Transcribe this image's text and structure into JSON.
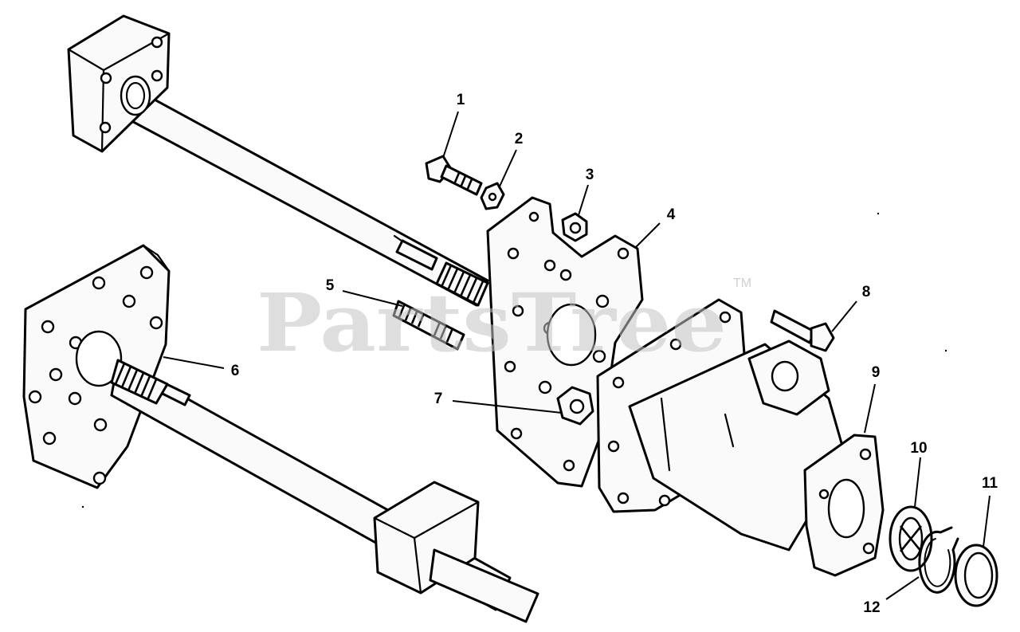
{
  "watermark": {
    "text": "PartsTree",
    "trademark": "TM"
  },
  "callouts": [
    {
      "id": 1,
      "label": "1"
    },
    {
      "id": 2,
      "label": "2"
    },
    {
      "id": 3,
      "label": "3"
    },
    {
      "id": 4,
      "label": "4"
    },
    {
      "id": 5,
      "label": "5"
    },
    {
      "id": 6,
      "label": "6"
    },
    {
      "id": 7,
      "label": "7"
    },
    {
      "id": 8,
      "label": "8"
    },
    {
      "id": 9,
      "label": "9"
    },
    {
      "id": 10,
      "label": "10"
    },
    {
      "id": 11,
      "label": "11"
    },
    {
      "id": 12,
      "label": "12"
    }
  ]
}
